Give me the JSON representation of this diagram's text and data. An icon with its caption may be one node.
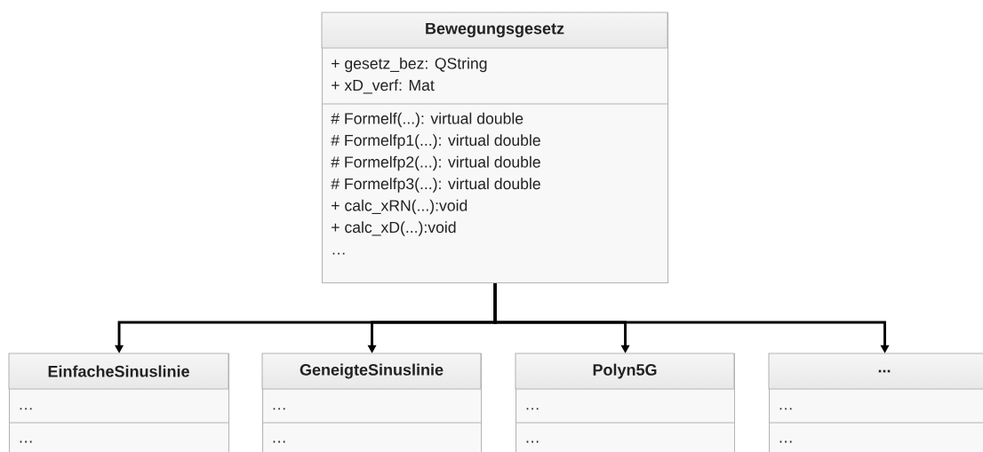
{
  "diagram": {
    "nodes": [
      {
        "text": [
          "Bewegungsgesetz",
          "+ gesetz_bez: QString",
          "+ xD_verf: Mat",
          "# Formelf(...): virtual double",
          "# Formelfp1(...): virtual double",
          "# Formelfp2(...): virtual double",
          "# Formelfp3(...): virtual double",
          "+ calc_xRN(...):void",
          "+ calc_xD(...):void",
          "…"
        ]
      },
      {
        "text": [
          "EinfacheSinuslinie",
          "…",
          "…"
        ]
      },
      {
        "text": [
          "GeneigteSinuslinie",
          "…",
          "…"
        ]
      },
      {
        "text": [
          "Polyn5G",
          "…",
          "…"
        ]
      },
      {
        "text": [
          "...",
          "…",
          "…"
        ]
      }
    ],
    "edges": [
      {
        "from": 0,
        "to": 1,
        "arrow": "to"
      },
      {
        "from": 0,
        "to": 2,
        "arrow": "to"
      },
      {
        "from": 0,
        "to": 3,
        "arrow": "to"
      },
      {
        "from": 0,
        "to": 4,
        "arrow": "to"
      }
    ]
  }
}
